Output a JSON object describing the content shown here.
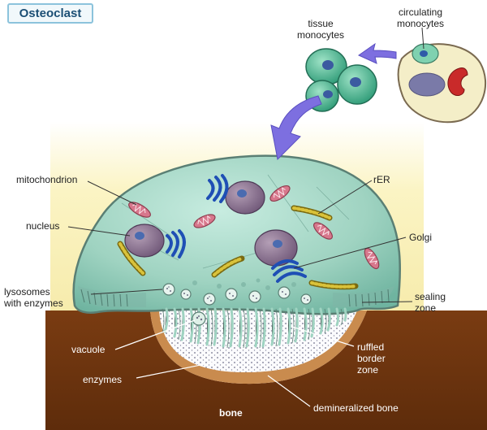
{
  "title": "Osteoclast",
  "labels": {
    "tissue_monocytes": [
      "tissue",
      "monocytes"
    ],
    "circulating_monocytes": [
      "circulating",
      "monocytes"
    ],
    "mitochondrion": "mitochondrion",
    "rer": "rER",
    "nucleus": "nucleus",
    "golgi": "Golgi",
    "lysosomes": [
      "lysosomes",
      "with enzymes"
    ],
    "sealing_zone": [
      "sealing",
      "zone"
    ],
    "vacuole": "vacuole",
    "ruffled_border": [
      "ruffled",
      "border",
      "zone"
    ],
    "enzymes": "enzymes",
    "demineralized_bone": "demineralized bone",
    "bone": "bone"
  },
  "colors": {
    "background_glow": "#fbf4c4",
    "cell_cytoplasm": "#a9d7c6",
    "bone": "#7a3c12",
    "title_border": "#8cc3dc",
    "arrow": "#7d6fe0"
  }
}
